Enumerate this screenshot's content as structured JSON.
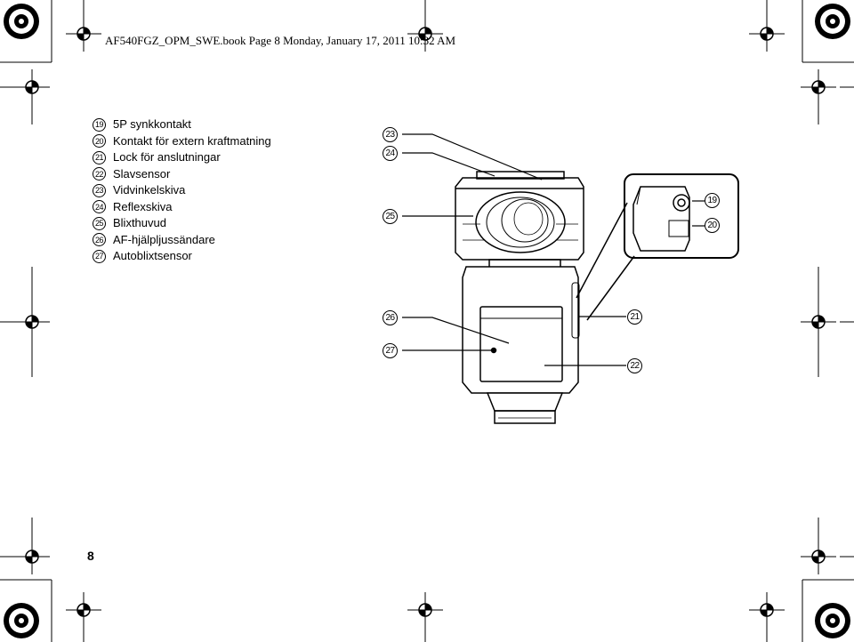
{
  "header": {
    "text": "AF540FGZ_OPM_SWE.book  Page 8  Monday, January 17, 2011  10:32 AM"
  },
  "legend": [
    {
      "num": "19",
      "label": "5P synkkontakt"
    },
    {
      "num": "20",
      "label": "Kontakt för extern kraftmatning"
    },
    {
      "num": "21",
      "label": "Lock för anslutningar"
    },
    {
      "num": "22",
      "label": "Slavsensor"
    },
    {
      "num": "23",
      "label": "Vidvinkelskiva"
    },
    {
      "num": "24",
      "label": "Reflexskiva"
    },
    {
      "num": "25",
      "label": "Blixthuvud"
    },
    {
      "num": "26",
      "label": "AF-hjälpljussändare"
    },
    {
      "num": "27",
      "label": "Autoblixtsensor"
    }
  ],
  "callouts": {
    "c19": "19",
    "c20": "20",
    "c21": "21",
    "c22": "22",
    "c23": "23",
    "c24": "24",
    "c25": "25",
    "c26": "26",
    "c27": "27"
  },
  "page_number": "8"
}
